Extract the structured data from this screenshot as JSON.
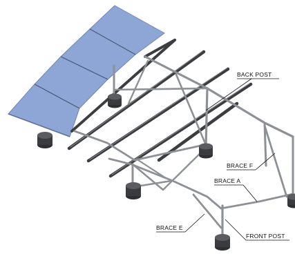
{
  "labels": {
    "back_post": "BACK POST",
    "brace_f": "BRACE F",
    "brace_a": "BRACE A",
    "brace_e": "BRACE E",
    "front_post": "FRONT POST"
  },
  "colors": {
    "panel": "#8ea6d6",
    "panel_edge": "#6e86b8",
    "rail": "#3c3d40",
    "pipe": "#8d9094",
    "ballast": "#3a3b3e"
  }
}
